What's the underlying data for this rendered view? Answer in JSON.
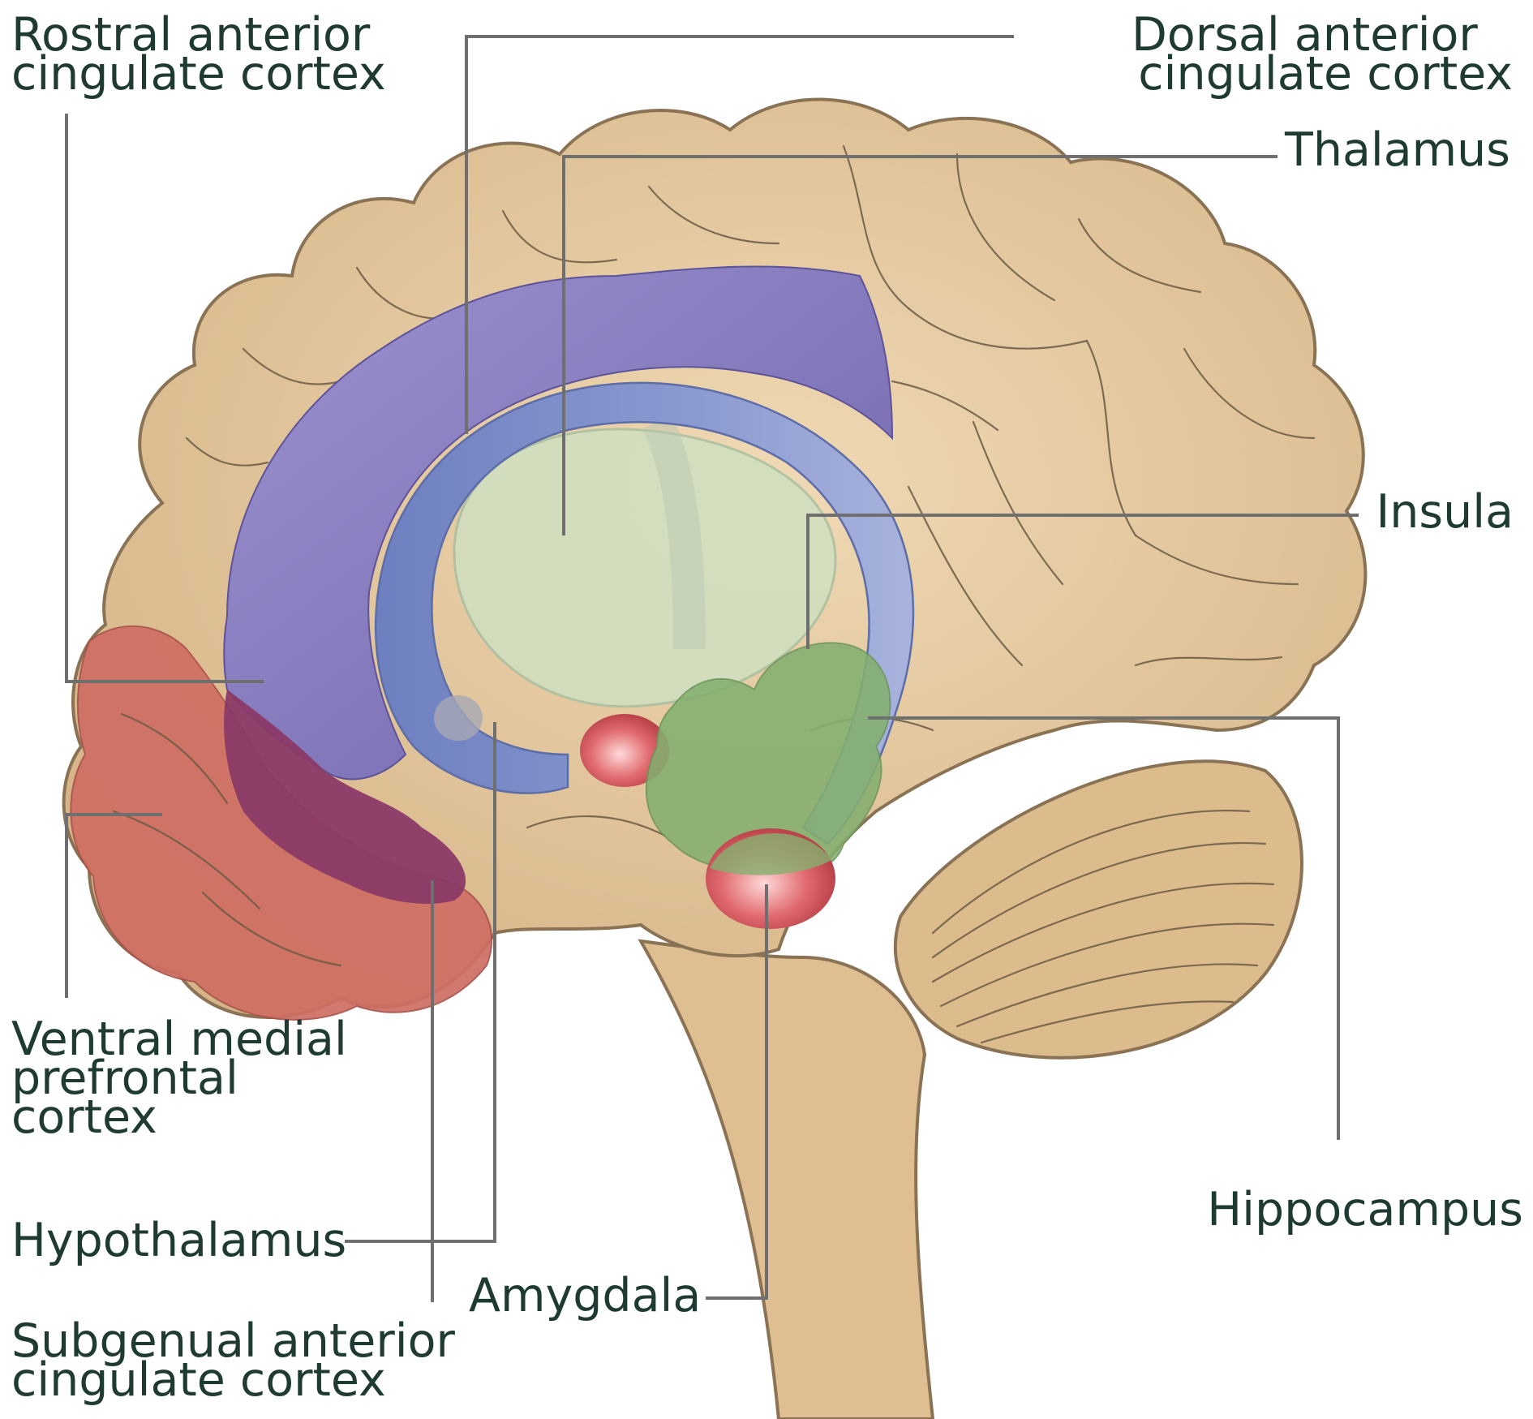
{
  "labels": {
    "rostral_acc": [
      "Rostral anterior",
      "cingulate cortex"
    ],
    "dorsal_acc": [
      "Dorsal anterior",
      "cingulate cortex"
    ],
    "thalamus": "Thalamus",
    "insula": "Insula",
    "vmpfc": [
      "Ventral medial",
      "prefrontal",
      "cortex"
    ],
    "hippocampus": "Hippocampus",
    "hypothalamus": "Hypothalamus",
    "amygdala": "Amygdala",
    "subgenual_acc": [
      "Subgenual anterior",
      "cingulate cortex"
    ]
  },
  "colors": {
    "brain_tissue": "#e5c79b",
    "brain_outline": "#8a7355",
    "acc_purple": "#7f73b7",
    "corpus_callosum_blue": "#7d8dc7",
    "thalamus_green": "#cfe0c2",
    "insula_green": "#84b06f",
    "vmpfc_red": "#cf6e63",
    "subgenual_maroon": "#8a3a67",
    "amygdala_red": "#d8595f",
    "label_text": "#1f3a33",
    "leader_line": "#6f6f6f"
  }
}
